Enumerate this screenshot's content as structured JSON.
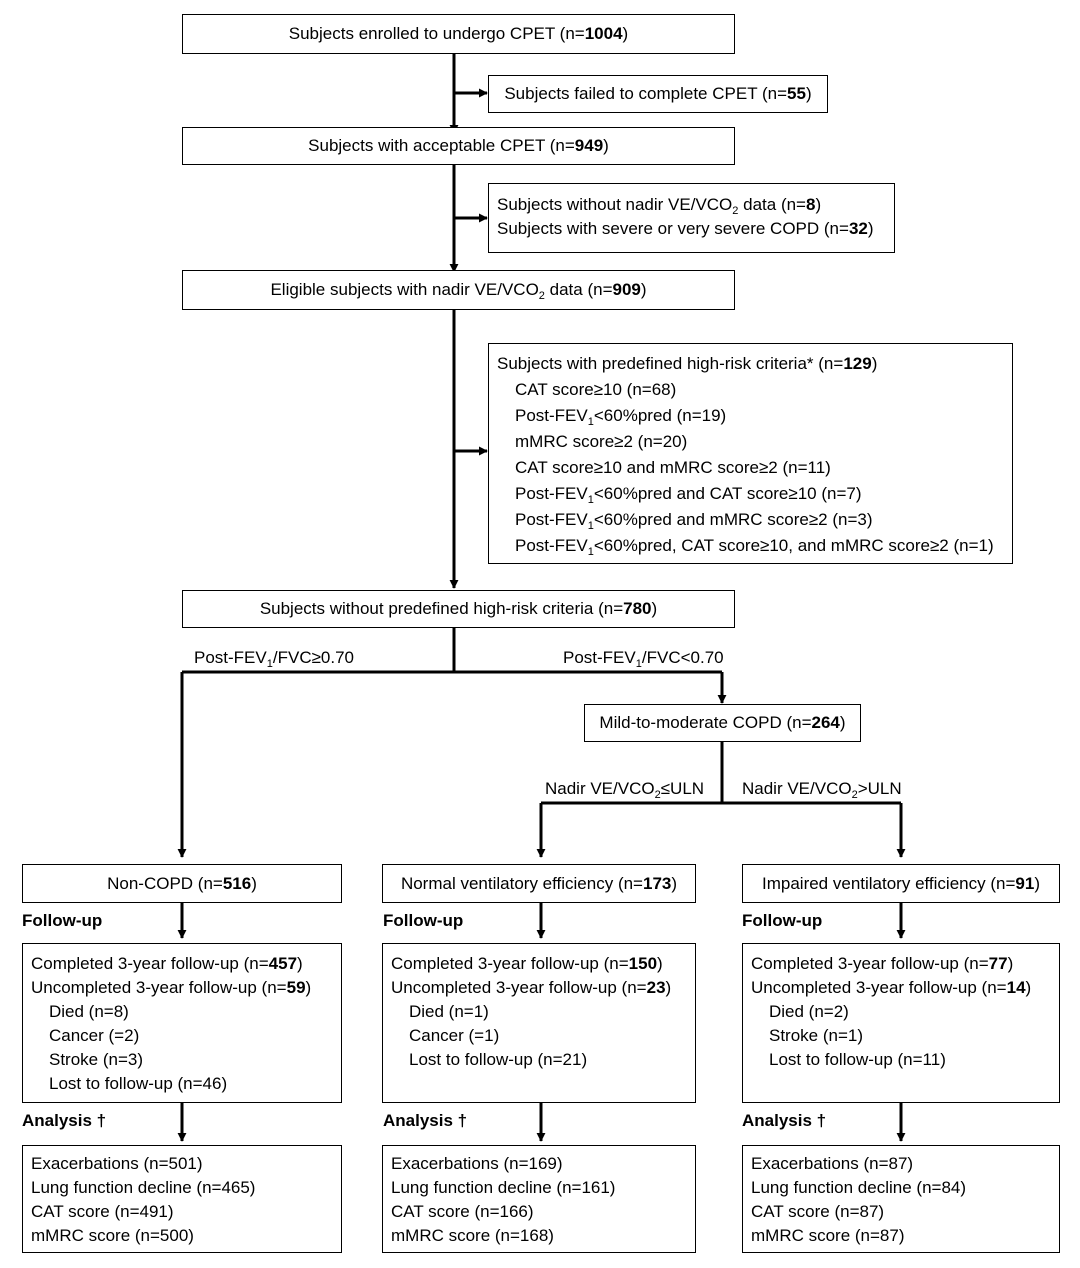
{
  "top": {
    "enrolled": {
      "pre": "Subjects enrolled to undergo CPET (n=",
      "n": "1004",
      "post": ")"
    },
    "failed": {
      "pre": "Subjects failed to complete CPET (n=",
      "n": "55",
      "post": ")"
    },
    "acceptable": {
      "pre": "Subjects with acceptable CPET (n=",
      "n": "949",
      "post": ")"
    },
    "excluded": [
      {
        "pre": "Subjects without nadir VE/VCO",
        "sub": "2",
        "mid": " data (n=",
        "n": "8",
        "post": ")"
      },
      {
        "pre": "Subjects with severe or very severe COPD (n=",
        "n": "32",
        "post": ")"
      }
    ],
    "eligible": {
      "pre": "Eligible subjects with nadir VE/VCO",
      "sub": "2",
      "mid": " data (n=",
      "n": "909",
      "post": ")"
    },
    "highrisk": {
      "pre": "Subjects with predefined high-risk criteria* (n=",
      "n": "129",
      "post": ")",
      "items": [
        {
          "pre": "CAT score≥10 (n=68)"
        },
        {
          "pre": "Post-FEV",
          "sub": "1",
          "post": "<60%pred (n=19)"
        },
        {
          "pre": "mMRC score≥2 (n=20)"
        },
        {
          "pre": "CAT score≥10 and mMRC score≥2 (n=11)"
        },
        {
          "pre": "Post-FEV",
          "sub": "1",
          "post": "<60%pred and CAT score≥10 (n=7)"
        },
        {
          "pre": "Post-FEV",
          "sub": "1",
          "post": "<60%pred and mMRC score≥2 (n=3)"
        },
        {
          "pre": "Post-FEV",
          "sub": "1",
          "post": "<60%pred, CAT score≥10, and mMRC score≥2 (n=1)"
        }
      ]
    },
    "without_highrisk": {
      "pre": "Subjects without predefined high-risk criteria (n=",
      "n": "780",
      "post": ")"
    }
  },
  "branch_labels": {
    "fvc_ge": {
      "pre": "Post-FEV",
      "sub": "1",
      "post": "/FVC≥0.70"
    },
    "fvc_lt": {
      "pre": "Post-FEV",
      "sub": "1",
      "post": "/FVC<0.70"
    },
    "ve_le": {
      "pre": "Nadir VE/VCO",
      "sub": "2",
      "post": "≤ULN"
    },
    "ve_gt": {
      "pre": "Nadir VE/VCO",
      "sub": "2",
      "post": ">ULN"
    }
  },
  "mild_moderate": {
    "pre": "Mild-to-moderate COPD (n=",
    "n": "264",
    "post": ")"
  },
  "headings": {
    "followup": "Follow-up",
    "analysis": "Analysis †"
  },
  "groups": [
    {
      "title": {
        "pre": "Non-COPD (n=",
        "n": "516",
        "post": ")"
      },
      "completed": {
        "pre": "Completed 3-year follow-up (n=",
        "n": "457",
        "post": ")"
      },
      "uncompleted": {
        "pre": "Uncompleted 3-year follow-up (n=",
        "n": "59",
        "post": ")"
      },
      "reasons": [
        "Died (n=8)",
        "Cancer (=2)",
        "Stroke (n=3)",
        "Lost to follow-up (n=46)"
      ],
      "analysis": [
        "Exacerbations (n=501)",
        "Lung function decline (n=465)",
        "CAT score (n=491)",
        "mMRC score (n=500)"
      ]
    },
    {
      "title": {
        "pre": "Normal ventilatory efficiency (n=",
        "n": "173",
        "post": ")"
      },
      "completed": {
        "pre": "Completed 3-year follow-up (n=",
        "n": "150",
        "post": ")"
      },
      "uncompleted": {
        "pre": "Uncompleted 3-year follow-up (n=",
        "n": "23",
        "post": ")"
      },
      "reasons": [
        "Died (n=1)",
        "Cancer (=1)",
        "Lost to follow-up (n=21)"
      ],
      "analysis": [
        "Exacerbations (n=169)",
        "Lung function decline (n=161)",
        "CAT score (n=166)",
        "mMRC score (n=168)"
      ]
    },
    {
      "title": {
        "pre": "Impaired ventilatory efficiency (n=",
        "n": "91",
        "post": ")"
      },
      "completed": {
        "pre": "Completed 3-year follow-up (n=",
        "n": "77",
        "post": ")"
      },
      "uncompleted": {
        "pre": "Uncompleted 3-year follow-up (n=",
        "n": "14",
        "post": ")"
      },
      "reasons": [
        "Died (n=2)",
        "Stroke (n=1)",
        "Lost to follow-up (n=11)"
      ],
      "analysis": [
        "Exacerbations (n=87)",
        "Lung function decline (n=84)",
        "CAT score (n=87)",
        "mMRC score (n=87)"
      ]
    }
  ]
}
